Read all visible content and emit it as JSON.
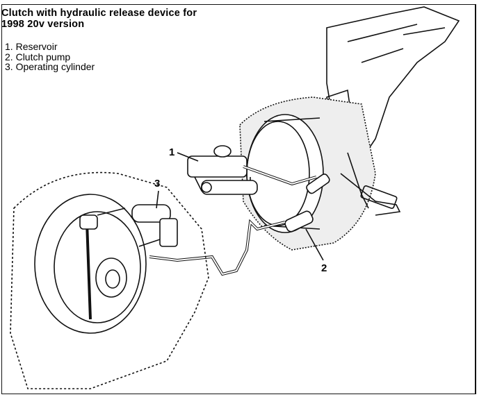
{
  "title": "Clutch with hydraulic release device for 1998 20v version",
  "title_lines": [
    "Clutch with hydraulic release device for",
    "1998 20v version"
  ],
  "legend": [
    {
      "number": "1.",
      "label": "Reservoir"
    },
    {
      "number": "2.",
      "label": "Clutch pump"
    },
    {
      "number": "3.",
      "label": "Operating cylinder"
    }
  ],
  "callouts": [
    "1",
    "2",
    "3"
  ]
}
